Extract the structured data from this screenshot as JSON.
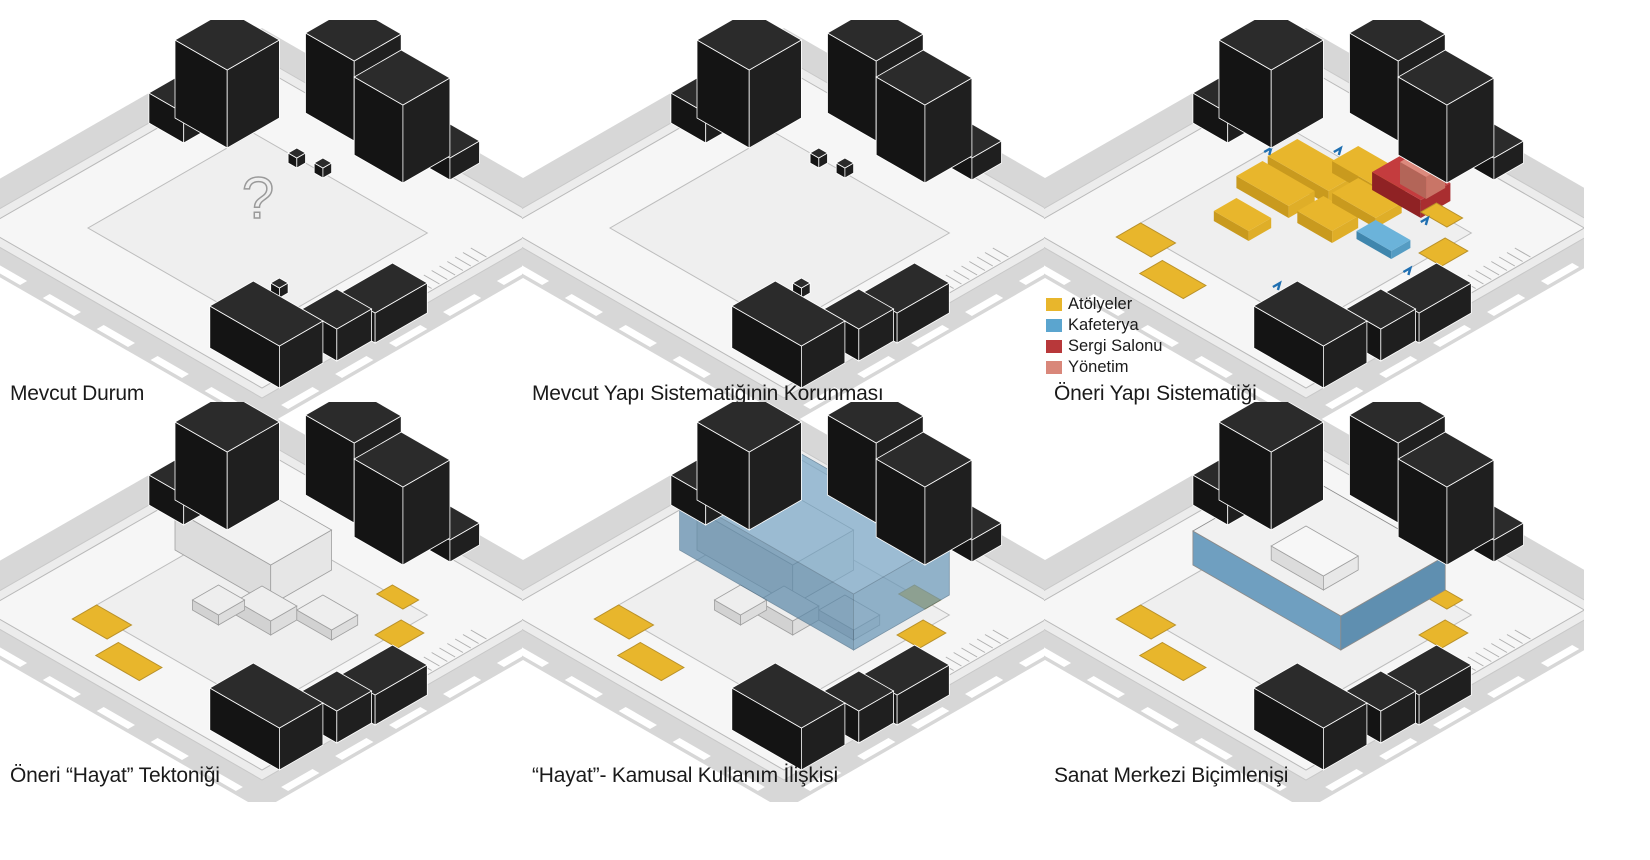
{
  "panels": [
    {
      "caption": "Mevcut Durum",
      "variant": "existing",
      "question_mark": "?"
    },
    {
      "caption": "Mevcut Yapı Sistematiğinin Korunması",
      "variant": "preserve"
    },
    {
      "caption": "Öneri Yapı Sistematiği",
      "variant": "program"
    },
    {
      "caption": "Öneri “Hayat” Tektoniği",
      "variant": "tectonic"
    },
    {
      "caption": "“Hayat”- Kamusal Kullanım İlişkisi",
      "variant": "public"
    },
    {
      "caption": "Sanat Merkezi Biçimlenişi",
      "variant": "form"
    }
  ],
  "legend": [
    {
      "label": "Atölyeler",
      "color": "#e8b62c"
    },
    {
      "label": "Kafeterya",
      "color": "#5ba5cf"
    },
    {
      "label": "Sergi Salonu",
      "color": "#b8383a"
    },
    {
      "label": "Yönetim",
      "color": "#d9877a"
    }
  ],
  "colors": {
    "building_dark": "#222222",
    "road": "#d7d7d7",
    "ground": "#f4f4f4",
    "yellow": "#e8b62c",
    "glass_blue": "#6f9fc0",
    "outline": "#9a9a9a"
  }
}
